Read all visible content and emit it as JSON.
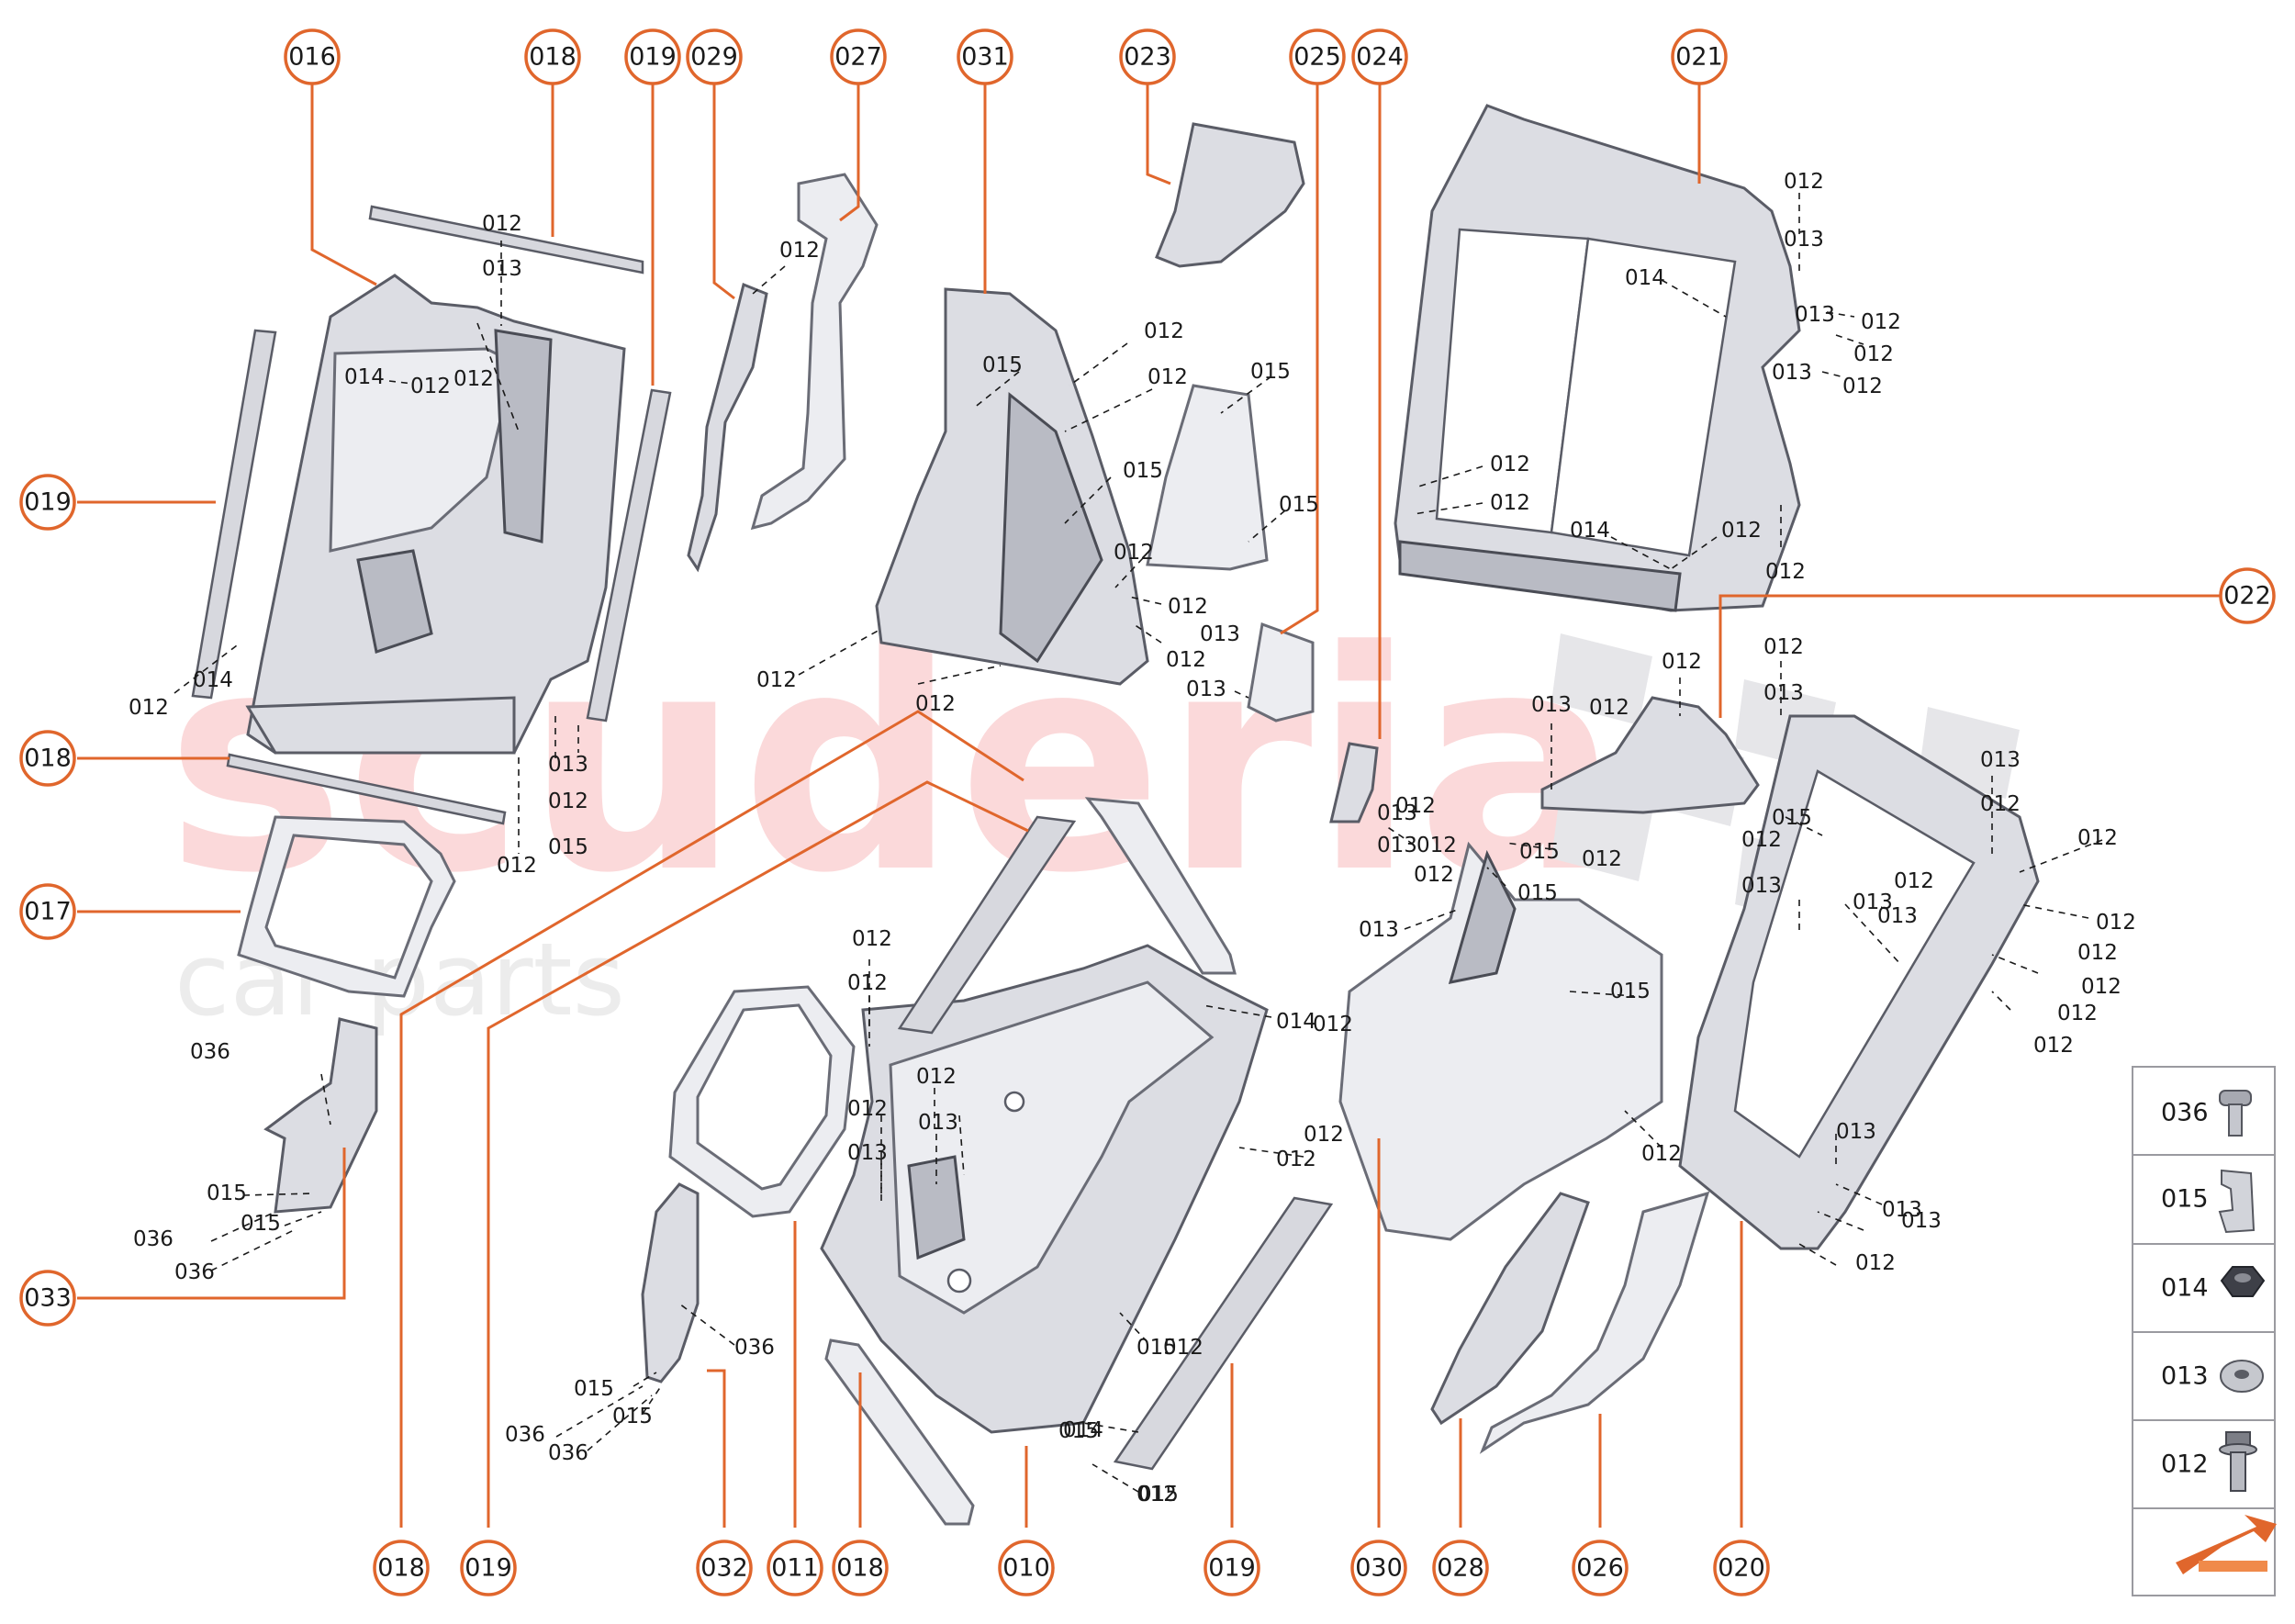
{
  "watermark": {
    "main": "scuderia",
    "sub": "car parts"
  },
  "callouts": {
    "c016": "016",
    "c018a": "018",
    "c019a": "019",
    "c029": "029",
    "c027": "027",
    "c031": "031",
    "c023": "023",
    "c025": "025",
    "c024": "024",
    "c021": "021",
    "c019b": "019",
    "c018b": "018",
    "c017": "017",
    "c022": "022",
    "c033": "033",
    "c018c": "018",
    "c019c": "019",
    "c032": "032",
    "c011": "011",
    "c018d": "018",
    "c010": "010",
    "c019d": "019",
    "c030": "030",
    "c028": "028",
    "c026": "026",
    "c020": "020"
  },
  "fastener_labels": [
    "012",
    "013",
    "014",
    "012",
    "012",
    "014",
    "012",
    "013",
    "012",
    "015",
    "012",
    "012",
    "012",
    "015",
    "012",
    "015",
    "015",
    "015",
    "012",
    "012",
    "013",
    "012",
    "013",
    "012",
    "012",
    "012",
    "013",
    "014",
    "012",
    "013",
    "012",
    "013",
    "012",
    "012",
    "014",
    "012",
    "012",
    "012",
    "012",
    "013",
    "012",
    "013",
    "013",
    "012",
    "012",
    "015",
    "012",
    "012",
    "013",
    "013",
    "013",
    "012",
    "012",
    "012",
    "012",
    "012",
    "012",
    "012",
    "012",
    "013",
    "012",
    "012",
    "013",
    "015",
    "015",
    "013",
    "015",
    "012",
    "014",
    "012",
    "015",
    "015",
    "015",
    "036",
    "015",
    "015",
    "036",
    "036",
    "036",
    "015",
    "015",
    "036",
    "036",
    "012",
    "012",
    "013",
    "013",
    "013",
    "012",
    "012",
    "012",
    "014",
    "013",
    "012",
    "012",
    "012",
    "012",
    "013"
  ],
  "legend": [
    {
      "code": "036",
      "icon": "bolt-long-icon"
    },
    {
      "code": "015",
      "icon": "spring-clip-icon"
    },
    {
      "code": "014",
      "icon": "hex-nut-icon"
    },
    {
      "code": "013",
      "icon": "washer-icon"
    },
    {
      "code": "012",
      "icon": "flange-bolt-icon"
    }
  ],
  "colors": {
    "accent": "#e0662c",
    "part": "#dcdde3",
    "watermark": "#fbd9da"
  }
}
